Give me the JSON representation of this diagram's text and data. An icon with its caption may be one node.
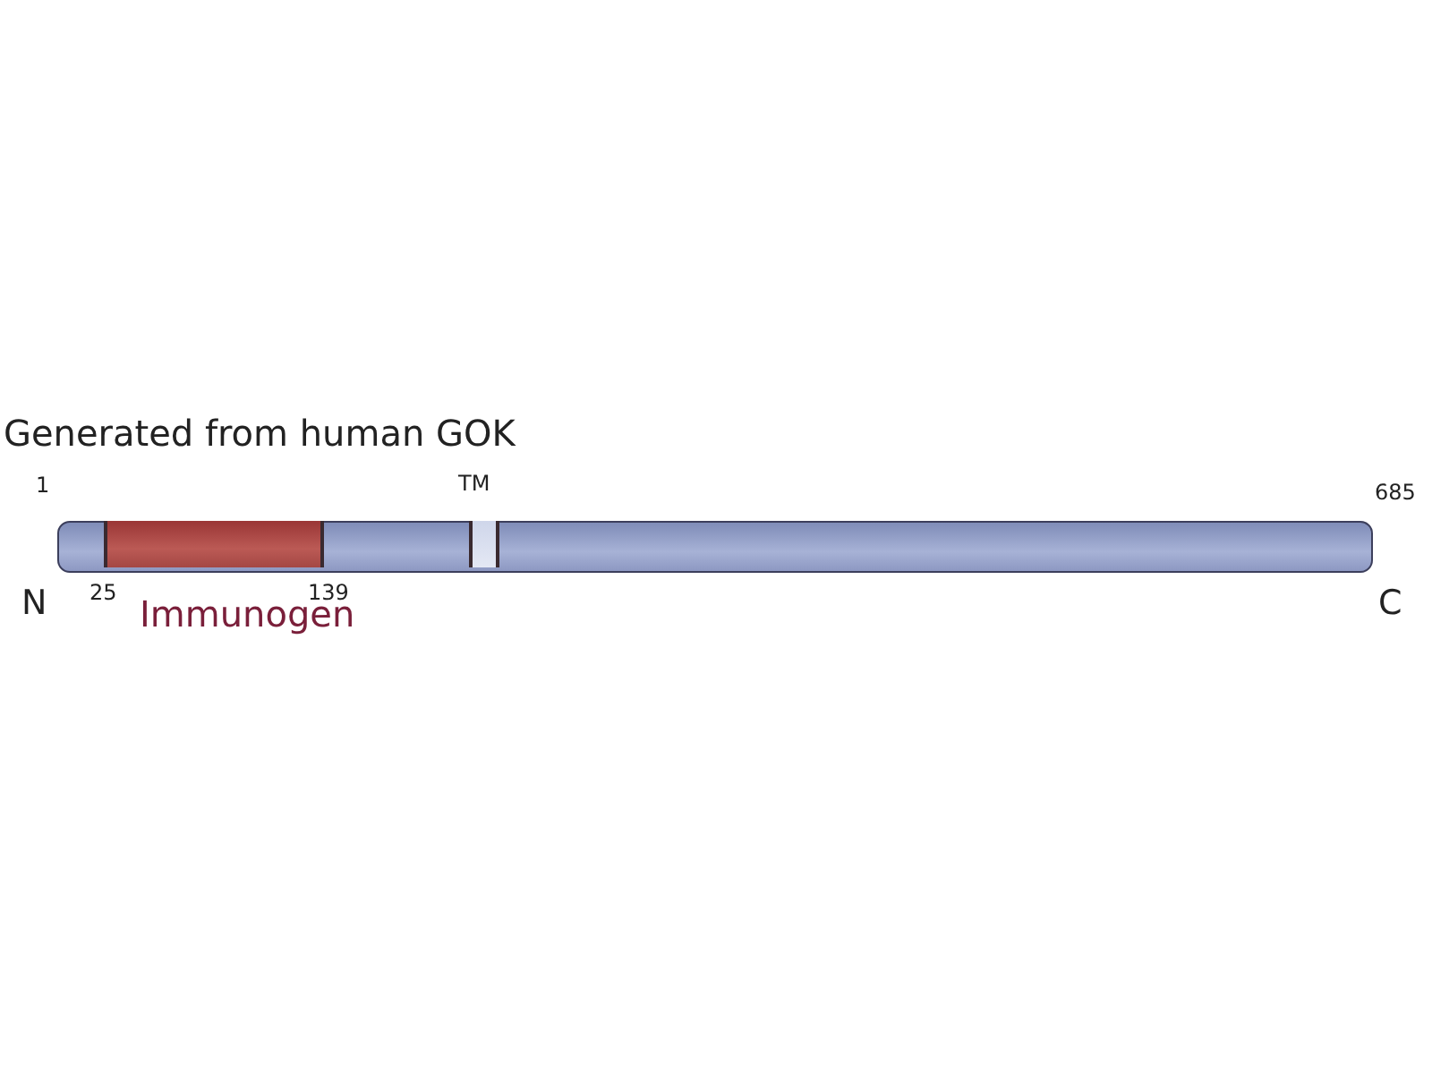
{
  "diagram": {
    "title": "Generated from human GOK",
    "nodes": [
      {
        "text": [],
        "shape": "bar"
      },
      {
        "text": [
          "Immunogen"
        ],
        "in": 0
      },
      {
        "text": [
          "TM"
        ],
        "in": 0
      }
    ],
    "edges": [],
    "labels": [
      "1",
      "685",
      "N",
      "25",
      "139",
      "C"
    ]
  }
}
